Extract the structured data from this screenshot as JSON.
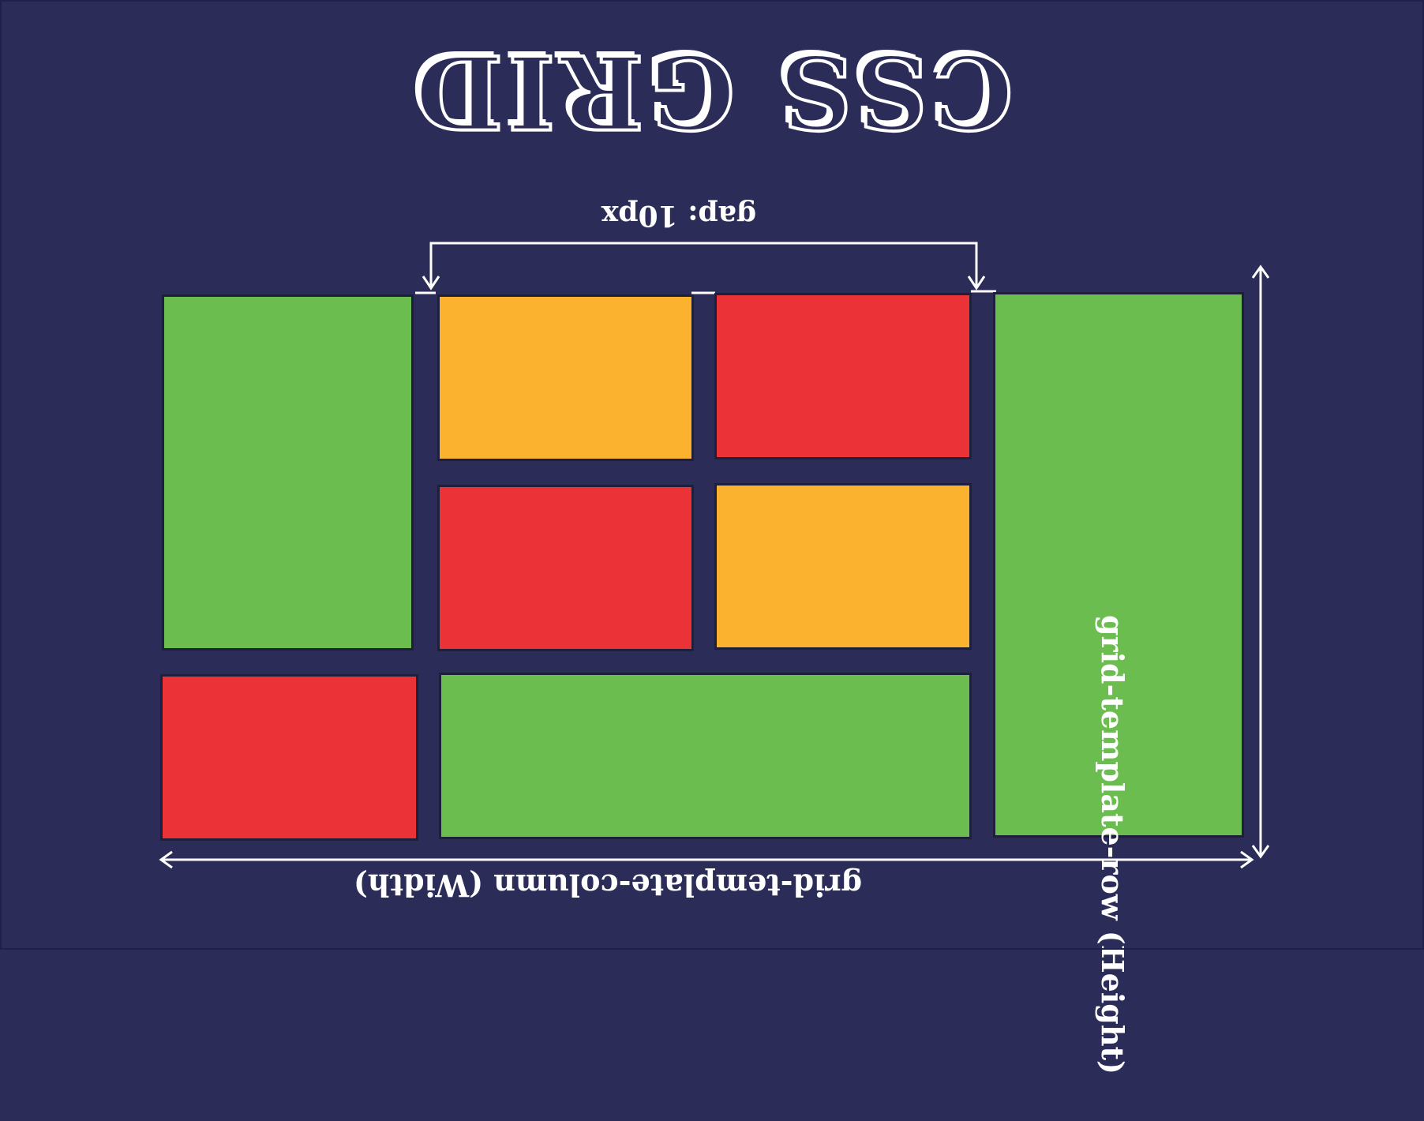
{
  "title": "CSS GRID",
  "labels": {
    "gap": "gap: 10px",
    "column": "grid-template-column (Width)",
    "row": "grid-template-row (Height)"
  },
  "colors": {
    "background": "#2b2d58",
    "green": "#6cbd50",
    "orange": "#fab22f",
    "red": "#ea3237",
    "annotation": "#ffffff"
  },
  "cells": [
    {
      "name": "cell-green-left-tall",
      "color": "green"
    },
    {
      "name": "cell-orange-top",
      "color": "orange"
    },
    {
      "name": "cell-red-top",
      "color": "red"
    },
    {
      "name": "cell-green-right-tall",
      "color": "green"
    },
    {
      "name": "cell-red-middle",
      "color": "red"
    },
    {
      "name": "cell-orange-middle",
      "color": "orange"
    },
    {
      "name": "cell-red-bottom",
      "color": "red"
    },
    {
      "name": "cell-green-bottom-wide",
      "color": "green"
    }
  ]
}
